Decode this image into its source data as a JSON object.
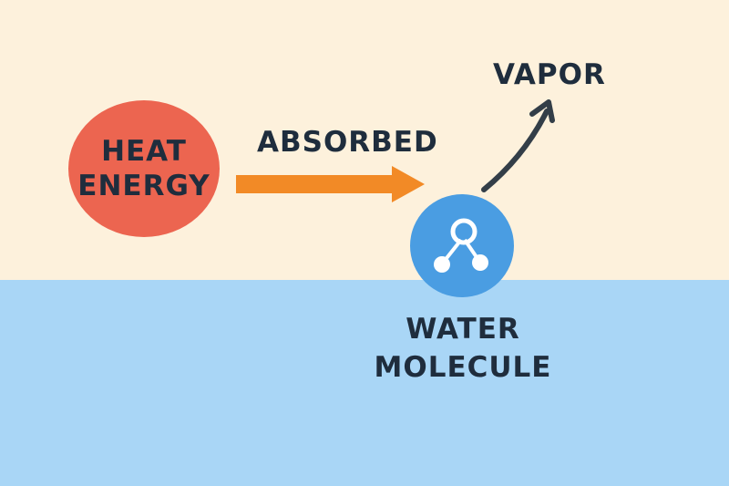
{
  "labels": {
    "heat_line1": "HEAT",
    "heat_line2": "ENERGY",
    "absorbed": "ABSORBED",
    "vapor": "VAPOR",
    "water_line1": "WATER",
    "water_line2": "MOLECULE"
  },
  "colors": {
    "sky": "#fdf1dc",
    "water": "#a9d6f6",
    "heat": "#ec6550",
    "arrow": "#f28a26",
    "molecule": "#4a9de2",
    "curve_arrow": "#333e48",
    "text": "#1f2d3d"
  },
  "icons": {
    "molecule": "molecule-icon"
  }
}
